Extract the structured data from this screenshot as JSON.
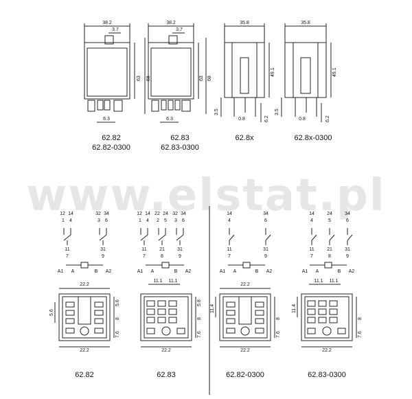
{
  "watermark": "www.elstat.pl",
  "top_views": [
    {
      "labels": [
        "62.82",
        "62.82-0300"
      ],
      "dims": {
        "width": "38.2",
        "offset": "3.7",
        "h1": "63",
        "h2": "68",
        "pin": "6.3"
      }
    },
    {
      "labels": [
        "62.83",
        "62.83-0300"
      ],
      "dims": {
        "width": "38.2",
        "offset": "3.7",
        "h1": "63",
        "h2": "68",
        "pin": "6.3"
      }
    },
    {
      "labels": [
        "62.8x"
      ],
      "dims": {
        "width": "35.8",
        "h1": "49.1",
        "pin_h": "3.5",
        "foot": "0.8",
        "term": "6.2"
      }
    },
    {
      "labels": [
        "62.8x-0300"
      ],
      "dims": {
        "width": "35.8",
        "h1": "49.1",
        "pin_h": "3.5",
        "foot": "0.8",
        "term": "6.2"
      }
    }
  ],
  "schematics": [
    {
      "top_nums": [
        "12",
        "14",
        "32",
        "34"
      ],
      "mid_nums": [
        "1",
        "4",
        "3",
        "6"
      ],
      "bottom": [
        "11",
        "31"
      ],
      "bottom2": [
        "7",
        "9"
      ],
      "coil": [
        "A1",
        "A",
        "B",
        "A2"
      ]
    },
    {
      "top_nums": [
        "12",
        "14",
        "22",
        "24",
        "32",
        "34"
      ],
      "mid_nums": [
        "1",
        "4",
        "2",
        "5",
        "3",
        "6"
      ],
      "bottom": [
        "11",
        "21",
        "31"
      ],
      "bottom2": [
        "7",
        "8",
        "9"
      ],
      "coil": [
        "A1",
        "A",
        "B",
        "A2"
      ]
    },
    {
      "top_nums": [
        "14",
        "34"
      ],
      "mid_nums": [
        "4",
        "6"
      ],
      "bottom": [
        "11",
        "31"
      ],
      "bottom2": [
        "7",
        "9"
      ],
      "coil": [
        "A1",
        "A",
        "B",
        "A2"
      ]
    },
    {
      "top_nums": [
        "14",
        "24",
        "34"
      ],
      "mid_nums": [
        "4",
        "5",
        "6"
      ],
      "bottom": [
        "11",
        "21",
        "31"
      ],
      "bottom2": [
        "7",
        "8",
        "9"
      ],
      "coil": [
        "A1",
        "A",
        "B",
        "A2"
      ]
    }
  ],
  "footprints": [
    {
      "label": "62.82",
      "dims": {
        "top": "22.2",
        "bottom": "22.2",
        "left": "5.6",
        "r1": "5.6",
        "r2": "8",
        "r3": "7.6"
      }
    },
    {
      "label": "62.83",
      "dims": {
        "sub1": "11.1",
        "sub2": "11.1",
        "bottom": "22.2",
        "r1": "5.8",
        "r2": "8",
        "r3": "7.6"
      }
    },
    {
      "label": "62.82-0300",
      "dims": {
        "top": "22.2",
        "bottom": "22.2",
        "left": "11.4",
        "r2": "8",
        "r3": "7.6"
      }
    },
    {
      "label": "62.83-0300",
      "dims": {
        "sub1": "11.1",
        "sub2": "11.1",
        "bottom": "22.2",
        "left": "11.4",
        "r2": "8",
        "r3": "7.6"
      }
    }
  ]
}
